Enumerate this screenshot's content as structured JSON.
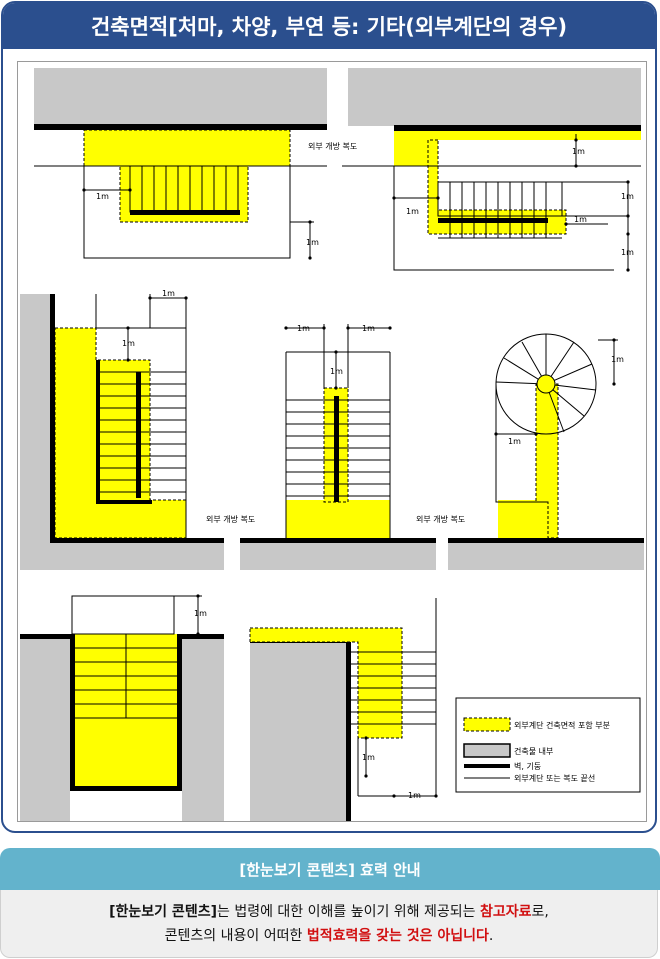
{
  "title": "건축면적[처마, 차양, 부연 등: 기타(외부계단의 경우)",
  "diagram": {
    "label_corridor": "외부 개방 복도",
    "dim_1m": "1m",
    "legend": [
      {
        "key": "yellow",
        "label": "외부계단 건축면적 포함 부분"
      },
      {
        "key": "gray",
        "label": "건축물 내부"
      },
      {
        "key": "thick",
        "label": "벽, 기둥"
      },
      {
        "key": "thin",
        "label": "외부계단 또는 복도 끝선"
      }
    ],
    "colors": {
      "yellow": "#ffff00",
      "gray": "#c8c8c8",
      "line": "#000000"
    }
  },
  "notice": {
    "heading": "[한눈보기 콘텐츠] 효력 안내",
    "line1_a": "[한눈보기 콘텐츠]",
    "line1_b": "는 법령에 대한 이해를 높이기 위해 제공되는 ",
    "line1_c": "참고자료",
    "line1_d": "로,",
    "line2_a": "콘텐츠의 내용이 어떠한 ",
    "line2_b": "법적효력을 갖는 것은 아닙니다",
    "line2_c": "."
  }
}
